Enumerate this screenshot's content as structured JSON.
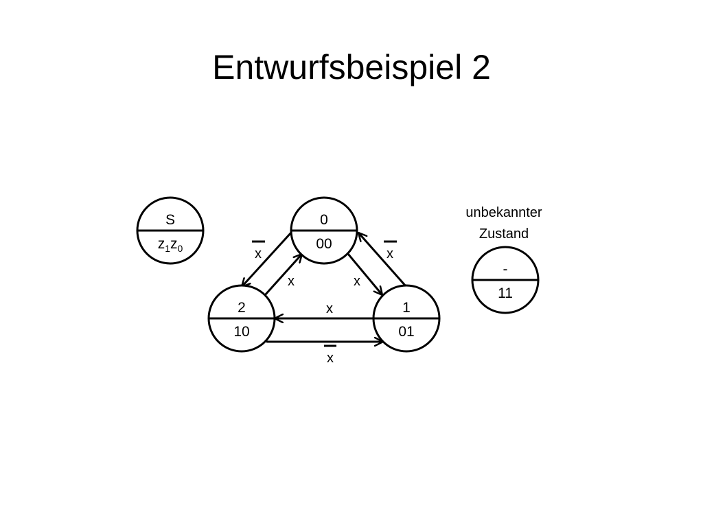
{
  "title": "Entwurfsbeispiel 2",
  "legend": {
    "top": "S",
    "bottom_var": "z",
    "sub1": "1",
    "sub2": "0"
  },
  "states": [
    {
      "id": "0",
      "output": "00"
    },
    {
      "id": "1",
      "output": "01"
    },
    {
      "id": "2",
      "output": "10"
    },
    {
      "id": "-",
      "output": "11"
    }
  ],
  "unknown_label": {
    "line1": "unbekannter",
    "line2": "Zustand"
  },
  "transitions": [
    {
      "from": "0",
      "to": "2",
      "label": "x",
      "negated": true
    },
    {
      "from": "2",
      "to": "0",
      "label": "x",
      "negated": false
    },
    {
      "from": "0",
      "to": "1",
      "label": "x",
      "negated": false
    },
    {
      "from": "1",
      "to": "0",
      "label": "x",
      "negated": true
    },
    {
      "from": "1",
      "to": "2",
      "label": "x",
      "negated": false
    },
    {
      "from": "2",
      "to": "1",
      "label": "x",
      "negated": true
    }
  ],
  "colors": {
    "stroke": "#000000",
    "background": "#ffffff"
  }
}
